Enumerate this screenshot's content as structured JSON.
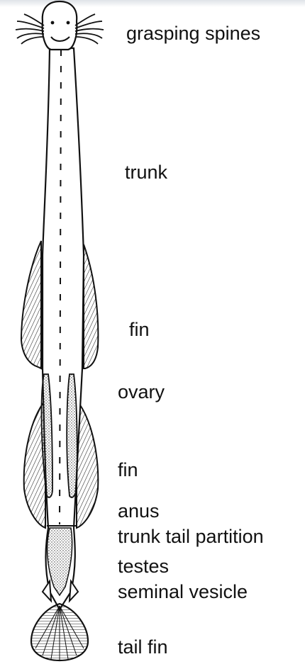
{
  "labels": {
    "grasping_spines": "grasping spines",
    "trunk": "trunk",
    "fin_upper": "fin",
    "ovary": "ovary",
    "fin_lower": "fin",
    "anus": "anus",
    "trunk_tail_partition": "trunk tail partition",
    "testes": "testes",
    "seminal_vesicle": "seminal vesicle",
    "tail_fin": "tail fin"
  }
}
